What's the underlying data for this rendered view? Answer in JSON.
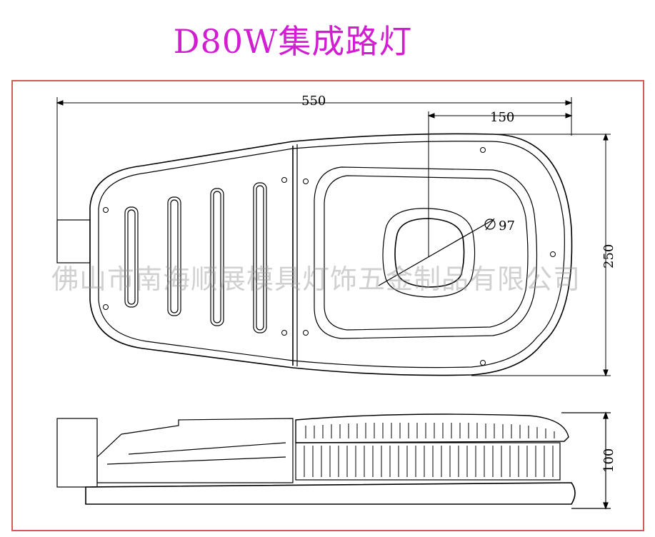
{
  "title": "D80W集成路灯",
  "watermark": "佛山市南海顺展模具灯饰五金制品有限公司",
  "dimensions": {
    "length": "550",
    "center_offset": "150",
    "diameter": "97",
    "width": "250",
    "height": "100"
  },
  "colors": {
    "title": "#d21ed2",
    "frame": "#d25a5a",
    "line": "#000000",
    "watermark": "#969696"
  }
}
